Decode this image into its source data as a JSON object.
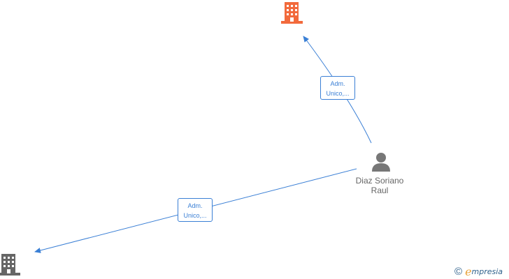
{
  "nodes": {
    "company_top": {
      "icon": "building-icon",
      "color": "#f26a3c"
    },
    "company_left": {
      "icon": "building-icon",
      "color": "#666666"
    },
    "person": {
      "icon": "person-icon",
      "color": "#777777",
      "name_line1": "Diaz Soriano",
      "name_line2": "Raul"
    }
  },
  "edges": [
    {
      "from": "person",
      "to": "company_top",
      "label_line1": "Adm.",
      "label_line2": "Unico,..."
    },
    {
      "from": "person",
      "to": "company_left",
      "label_line1": "Adm.",
      "label_line2": "Unico,..."
    }
  ],
  "edge_color": "#3a7fd5",
  "brand": {
    "copyright": "©",
    "logo_initial": "e",
    "logo_rest": "mpresia"
  }
}
